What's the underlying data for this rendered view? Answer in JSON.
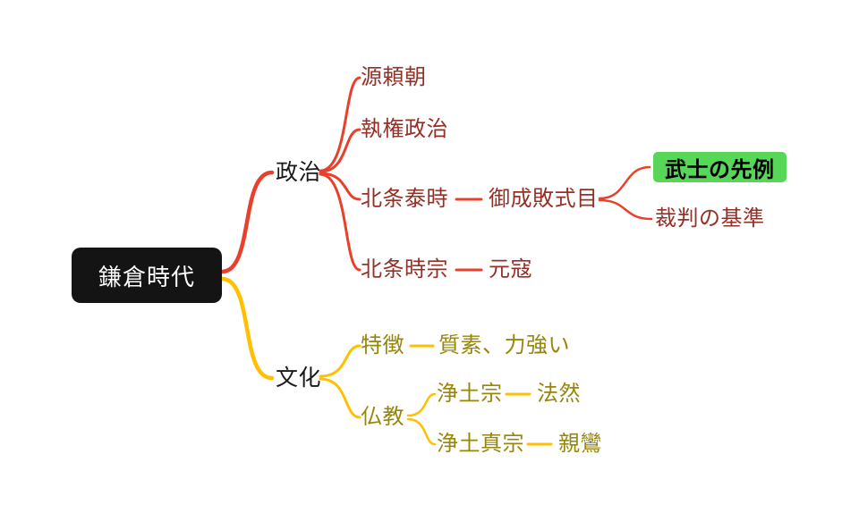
{
  "root": {
    "label": "鎌倉時代"
  },
  "politics": {
    "label": "政治",
    "line_color": "#e8402b",
    "text_color": "#943026",
    "items": {
      "yoritomo": "源頼朝",
      "shikken": "執権政治",
      "yasutoki": "北条泰時",
      "goseibai": "御成敗式目",
      "tokimune": "北条時宗",
      "genko": "元寇",
      "bushi_precedent": "武士の先例",
      "trial_standard": "裁判の基準"
    }
  },
  "culture": {
    "label": "文化",
    "line_color": "#ffc000",
    "text_color": "#97860b",
    "items": {
      "tokucho": "特徴",
      "shisso": "質素、力強い",
      "bukkyo": "仏教",
      "jodoshu": "浄土宗",
      "honen": "法然",
      "jodoshinshu": "浄土真宗",
      "shinran": "親鸞"
    }
  },
  "highlight": {
    "bg_color": "#57d657",
    "text_color": "#000000"
  }
}
